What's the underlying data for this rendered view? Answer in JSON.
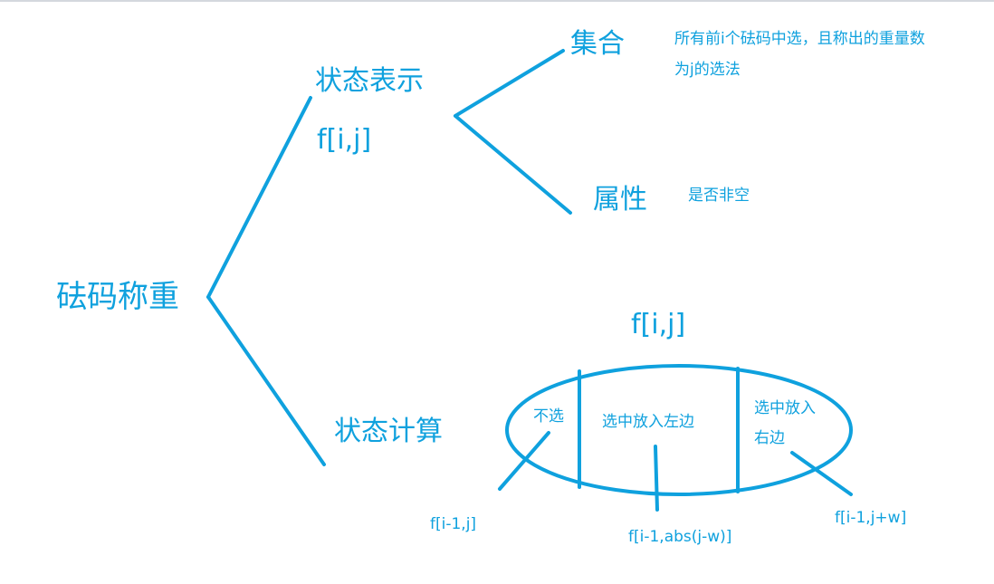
{
  "root": {
    "label": "砝码称重"
  },
  "state_repr": {
    "label": "状态表示",
    "sub": "f[i,j]"
  },
  "set_node": {
    "label": "集合",
    "desc_line1": "所有前i个砝码中选，且称出的重量数",
    "desc_line2": "为j的选法"
  },
  "attr_node": {
    "label": "属性",
    "desc": "是否非空"
  },
  "state_calc": {
    "label": "状态计算"
  },
  "ellipse": {
    "title": "f[i,j]",
    "parts": [
      {
        "label": "不选",
        "formula": "f[i-1,j]"
      },
      {
        "label": "选中放入左边",
        "formula": "f[i-1,abs(j-w)]"
      },
      {
        "label_line1": "选中放入",
        "label_line2": "右边",
        "formula": "f[i-1,j+w]"
      }
    ]
  },
  "colors": {
    "ink": "#0fa1de"
  }
}
